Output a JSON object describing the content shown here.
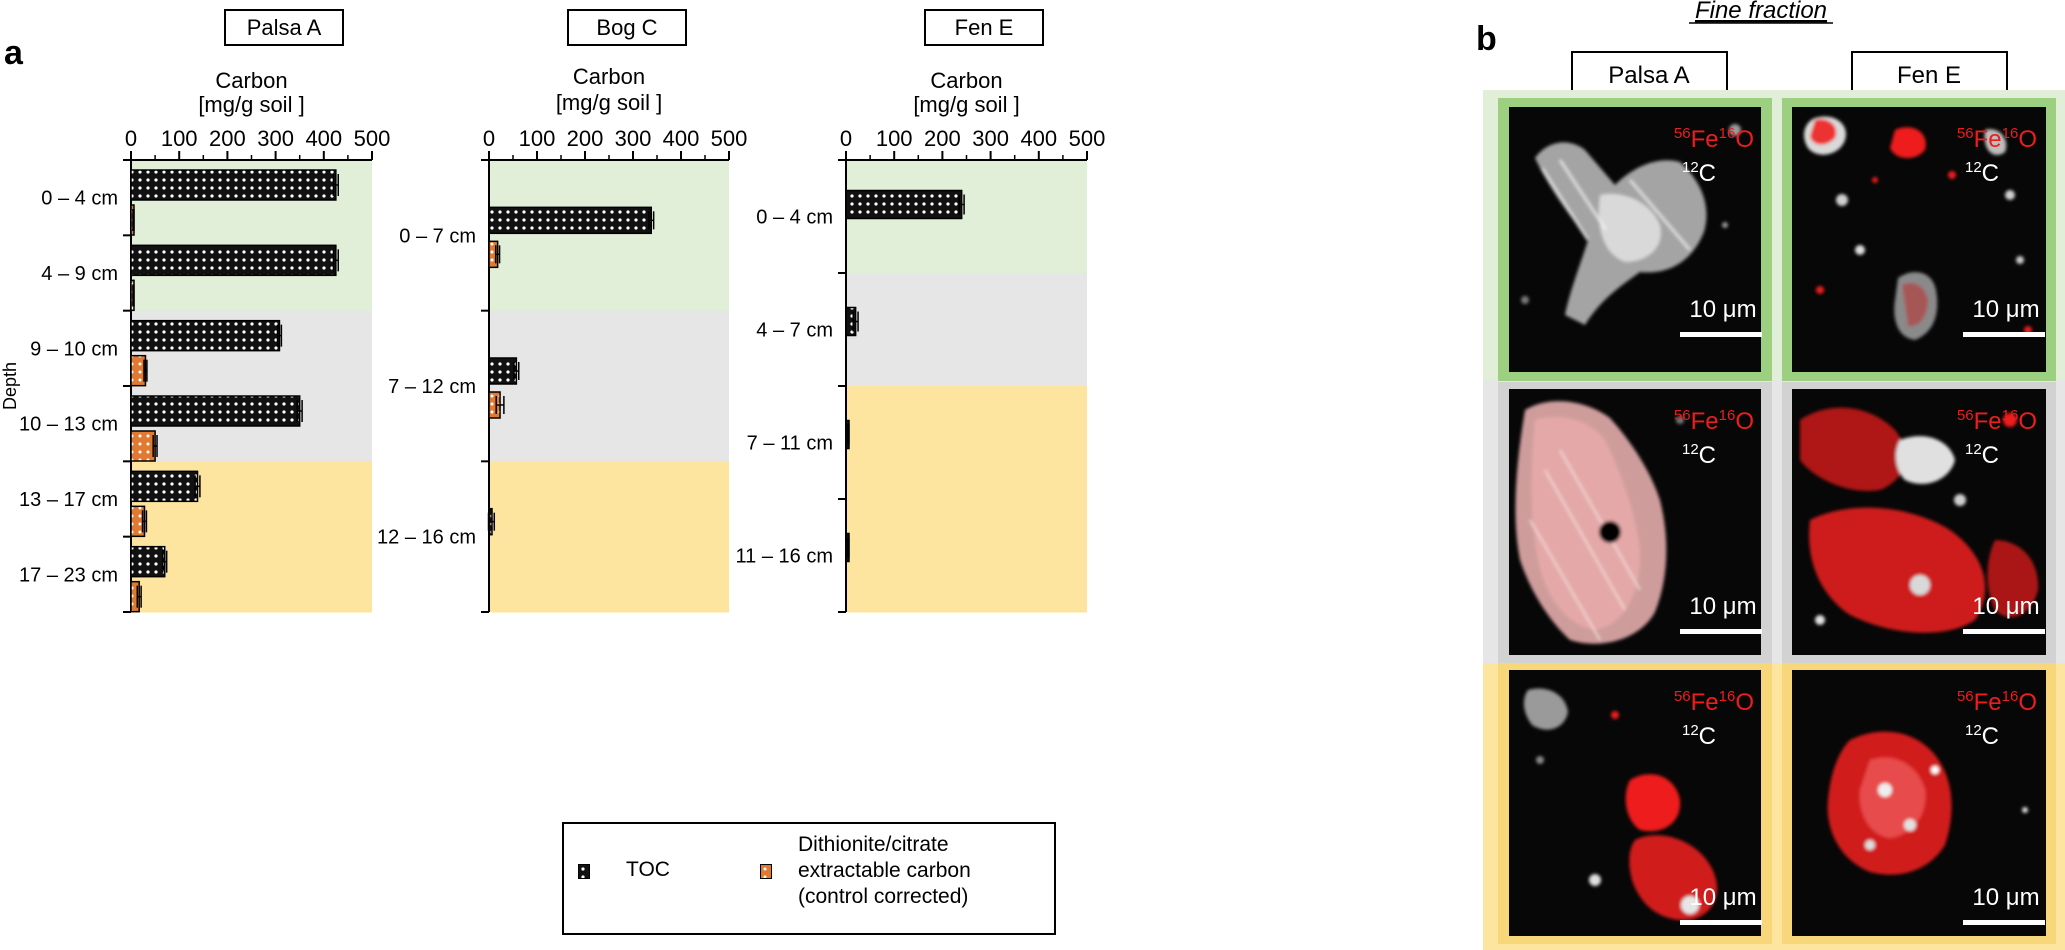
{
  "panel_labels": {
    "a": "a",
    "b": "b"
  },
  "colors": {
    "toc_fill": "#111111",
    "dc_fill": "#e07a32",
    "zone_green": "#e1efd9",
    "zone_gray": "#e6e6e6",
    "zone_yellow": "#fde59f",
    "frame_green": "#9ccf7f",
    "frame_gray": "#d2d2d2",
    "frame_yellow": "#f8d77a",
    "nanosims_red": "#ee1d1d"
  },
  "chart_data": [
    {
      "type": "bar",
      "orientation": "horizontal",
      "title": "Palsa A",
      "xlabel_line1": "Carbon",
      "xlabel_line2": "[mg/g soil ]",
      "ylabel": "Depth",
      "xlim": [
        0,
        500
      ],
      "xticks": [
        "0",
        "100",
        "200",
        "300",
        "400",
        "500"
      ],
      "categories": [
        "0 – 4 cm",
        "4 – 9 cm",
        "9 – 10 cm",
        "10 – 13 cm",
        "13 – 17 cm",
        "17 – 23 cm"
      ],
      "zones": [
        "green",
        "green",
        "gray",
        "gray",
        "yellow",
        "yellow"
      ],
      "series": [
        {
          "name": "TOC",
          "values": [
            425,
            425,
            308,
            350,
            138,
            70
          ],
          "errors": [
            5,
            5,
            4,
            5,
            5,
            4
          ]
        },
        {
          "name": "Dithionite/citrate extractable carbon (control corrected)",
          "values": [
            5,
            5,
            30,
            50,
            28,
            17
          ],
          "errors": [
            1,
            1,
            3,
            4,
            4,
            4
          ]
        }
      ]
    },
    {
      "type": "bar",
      "orientation": "horizontal",
      "title": "Bog C",
      "xlabel_line1": "Carbon",
      "xlabel_line2": "[mg/g soil ]",
      "xlim": [
        0,
        500
      ],
      "xticks": [
        "0",
        "100",
        "200",
        "300",
        "400",
        "500"
      ],
      "categories": [
        "0 – 7 cm",
        "7 – 12 cm",
        "12 – 16 cm"
      ],
      "zones": [
        "green",
        "gray",
        "yellow"
      ],
      "series": [
        {
          "name": "TOC",
          "values": [
            338,
            57,
            5
          ],
          "errors": [
            5,
            5,
            6
          ]
        },
        {
          "name": "Dithionite/citrate extractable carbon (control corrected)",
          "values": [
            18,
            23,
            null
          ],
          "errors": [
            4,
            8,
            null
          ]
        }
      ]
    },
    {
      "type": "bar",
      "orientation": "horizontal",
      "title": "Fen E",
      "xlabel_line1": "Carbon",
      "xlabel_line2": "[mg/g soil ]",
      "xlim": [
        0,
        500
      ],
      "xticks": [
        "0",
        "100",
        "200",
        "300",
        "400",
        "500"
      ],
      "categories": [
        "0 – 4 cm",
        "4 – 7 cm",
        "7 – 11 cm",
        "11 – 16 cm"
      ],
      "zones": [
        "green",
        "gray",
        "yellow",
        "yellow"
      ],
      "series": [
        {
          "name": "TOC",
          "values": [
            240,
            20,
            5,
            5
          ],
          "errors": [
            5,
            5,
            1,
            1
          ]
        }
      ]
    }
  ],
  "legend": {
    "toc": "TOC",
    "dc_line1": "Dithionite/citrate",
    "dc_line2": "extractable carbon",
    "dc_line3": "(control corrected)"
  },
  "panel_b": {
    "title": "Fine fraction",
    "columns": [
      "Palsa A",
      "Fen E"
    ],
    "ion_red_sup1": "56",
    "ion_red_el1": "Fe",
    "ion_red_sup2": "16",
    "ion_red_el2": "O",
    "ion_white_sup": "12",
    "ion_white_el": "C",
    "scale_bar": "10 μm",
    "rows": [
      "green",
      "gray",
      "yellow"
    ]
  }
}
